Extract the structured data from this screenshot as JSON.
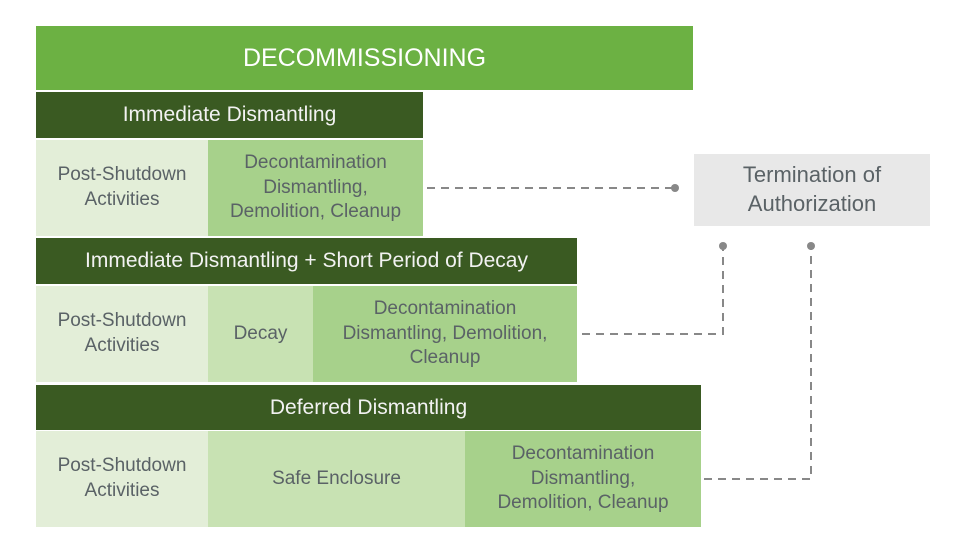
{
  "title": "DECOMMISSIONING",
  "termination": "Termination of Authorization",
  "options": [
    {
      "name": "Immediate Dismantling",
      "phases": [
        "Post-Shutdown Activities",
        "Decontamination Dismantling, Demolition, Cleanup"
      ]
    },
    {
      "name": "Immediate Dismantling + Short Period of Decay",
      "phases": [
        "Post-Shutdown Activities",
        "Decay",
        "Decontamination Dismantling, Demolition, Cleanup"
      ]
    },
    {
      "name": "Deferred Dismantling",
      "phases": [
        "Post-Shutdown Activities",
        "Safe Enclosure",
        "Decontamination Dismantling, Demolition, Cleanup"
      ]
    }
  ],
  "colors": {
    "banner": "#6cb143",
    "header": "#3a5a22",
    "light": "#e3eed8",
    "mid": "#c8e2b3",
    "active": "#a7d18b",
    "connector": "#888888"
  }
}
